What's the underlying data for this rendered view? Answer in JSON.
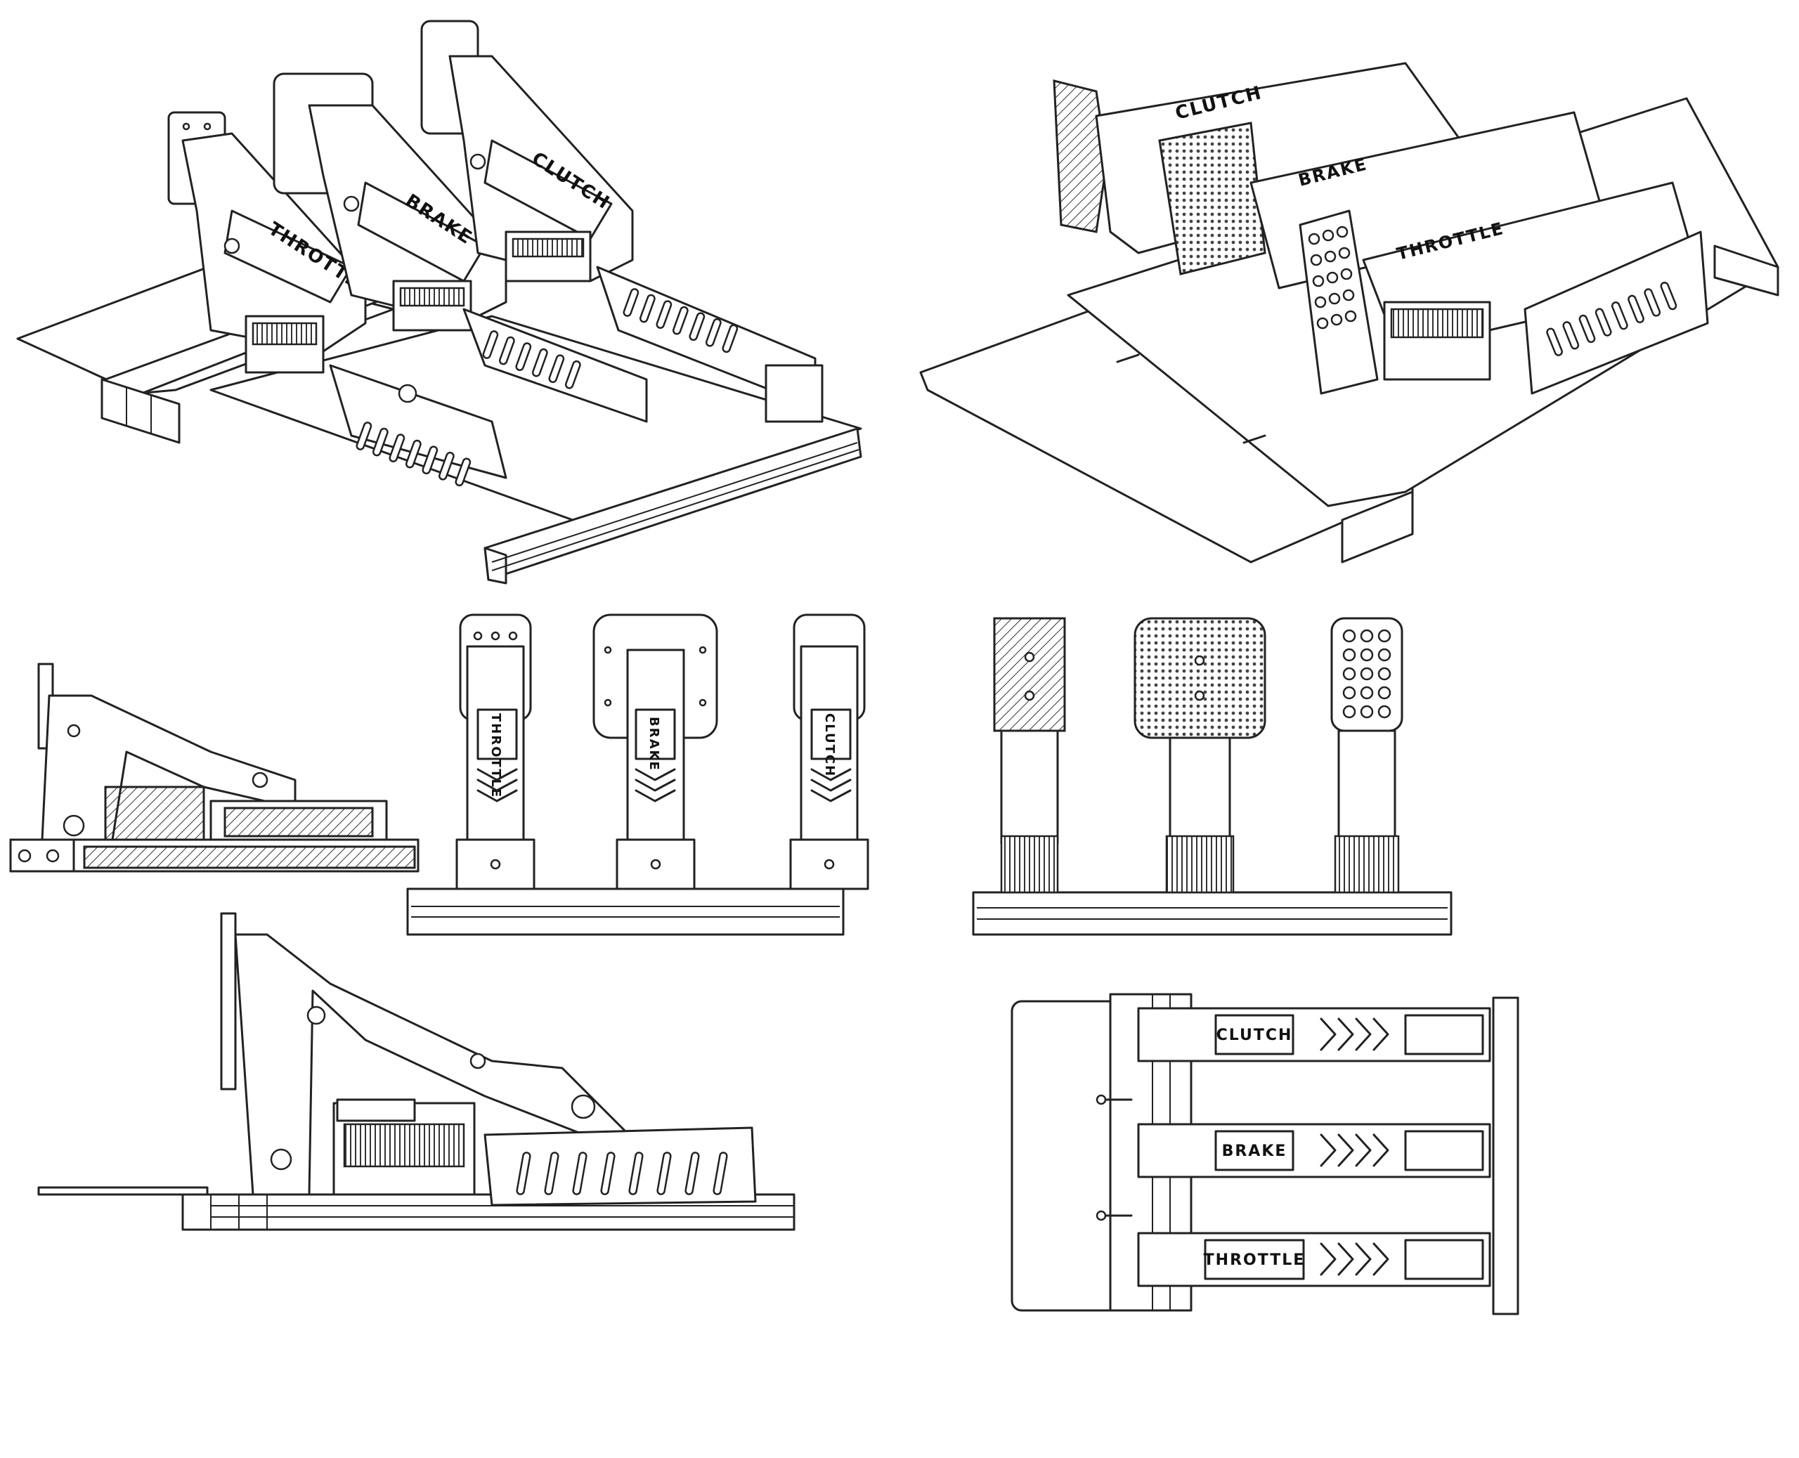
{
  "pedals": {
    "throttle": "THROTTLE",
    "brake": "BRAKE",
    "clutch": "CLUTCH"
  },
  "views": [
    "isometric-front",
    "isometric-rear",
    "side-detailed",
    "front",
    "rear",
    "side",
    "top"
  ]
}
